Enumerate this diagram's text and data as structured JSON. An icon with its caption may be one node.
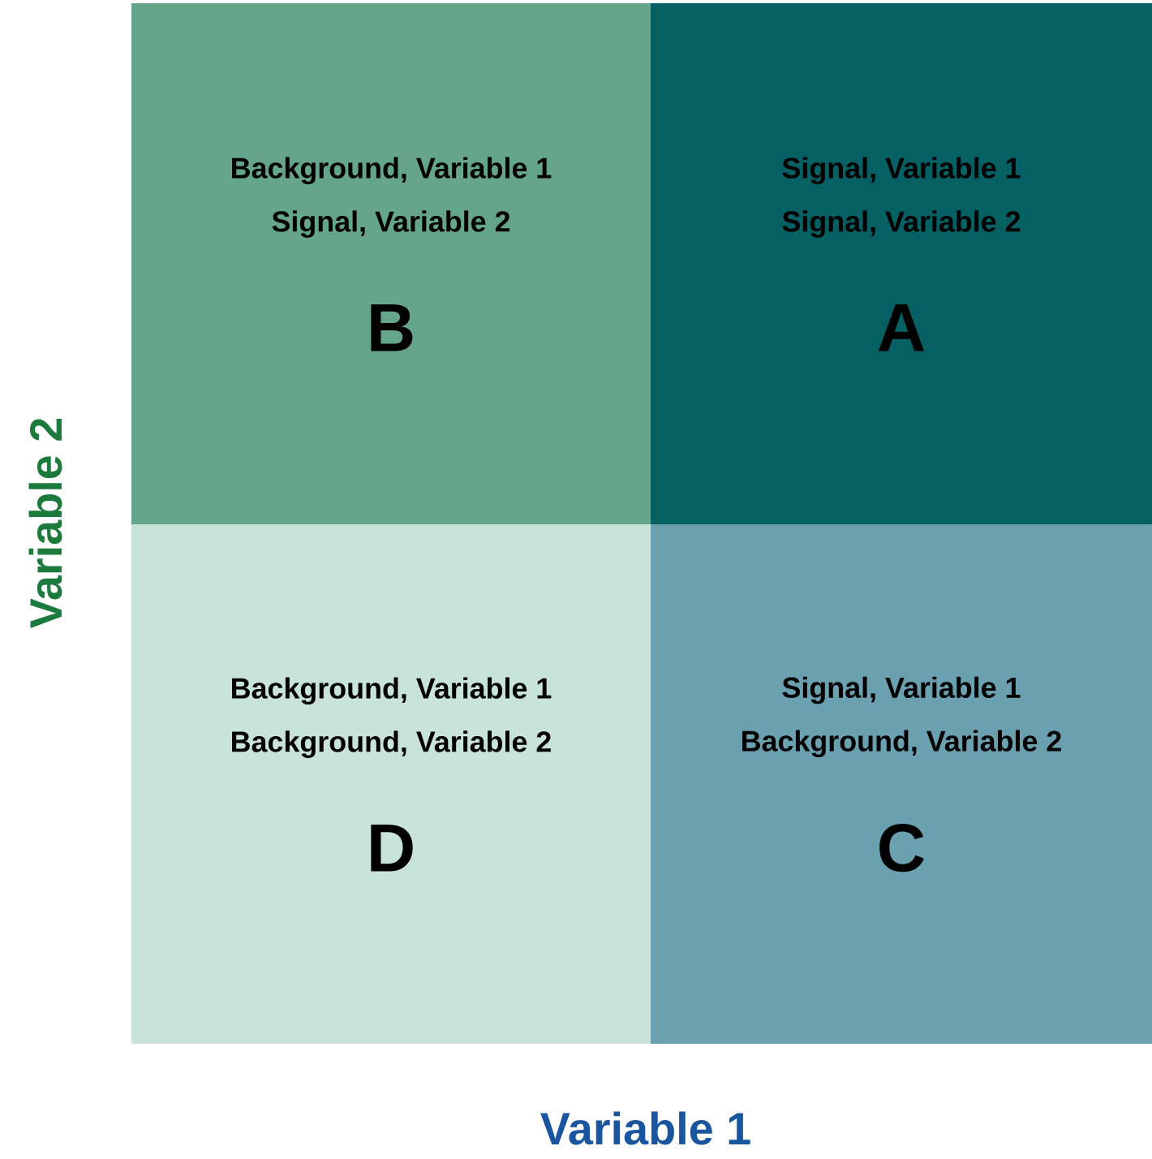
{
  "diagram": {
    "nodes": [
      {
        "text": [
          "Background, Variable 1",
          "Signal, Variable 2",
          "B"
        ]
      },
      {
        "text": [
          "Signal, Variable 1",
          "Signal, Variable 2",
          "A"
        ]
      },
      {
        "text": [
          "Background, Variable 1",
          "Background, Variable 2",
          "D"
        ]
      },
      {
        "text": [
          "Signal, Variable 1",
          "Background, Variable 2",
          "C"
        ]
      }
    ],
    "labels": [
      "Variable 2",
      "Variable 1"
    ]
  }
}
